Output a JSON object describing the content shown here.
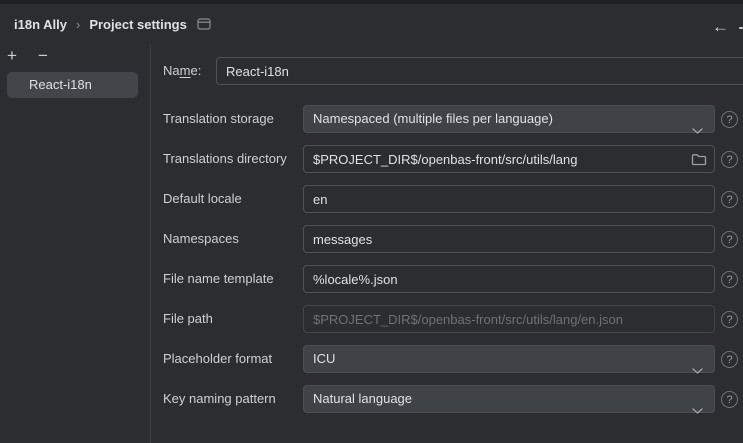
{
  "header": {
    "breadcrumb": {
      "root": "i18n Ally",
      "current": "Project settings",
      "separator": "›"
    },
    "back_arrow": "←"
  },
  "sidebar": {
    "add_label": "+",
    "remove_label": "−",
    "items": [
      {
        "label": "React-i18n",
        "selected": true
      }
    ]
  },
  "form": {
    "name_row": {
      "pre": "Na",
      "mnemonic": "m",
      "post": "e:",
      "value": "React-i18n"
    },
    "rows": [
      {
        "label": "Translation storage",
        "type": "select",
        "value": "Namespaced (multiple files per language)"
      },
      {
        "label": "Translations directory",
        "type": "path",
        "value": "$PROJECT_DIR$/openbas-front/src/utils/lang"
      },
      {
        "label": "Default locale",
        "type": "text",
        "value": "en"
      },
      {
        "label": "Namespaces",
        "type": "text",
        "value": "messages"
      },
      {
        "label": "File name template",
        "type": "text",
        "value": "%locale%.json"
      },
      {
        "label": "File path",
        "type": "text-disabled",
        "value": "$PROJECT_DIR$/openbas-front/src/utils/lang/en.json"
      },
      {
        "label": "Placeholder format",
        "type": "select",
        "value": "ICU"
      },
      {
        "label": "Key naming pattern",
        "type": "select",
        "value": "Natural language"
      }
    ],
    "help_label": "?"
  },
  "colors": {
    "panel_bg": "#2b2d30",
    "top_strip": "#1e1f22",
    "divider": "#3a3c40",
    "text": "#dfe1e5",
    "muted_text": "#6e7177",
    "input_border": "#4e5157",
    "dropdown_bg": "#3f4246",
    "selected_item_bg": "#43454a",
    "icon_gray": "#9da0a8"
  }
}
